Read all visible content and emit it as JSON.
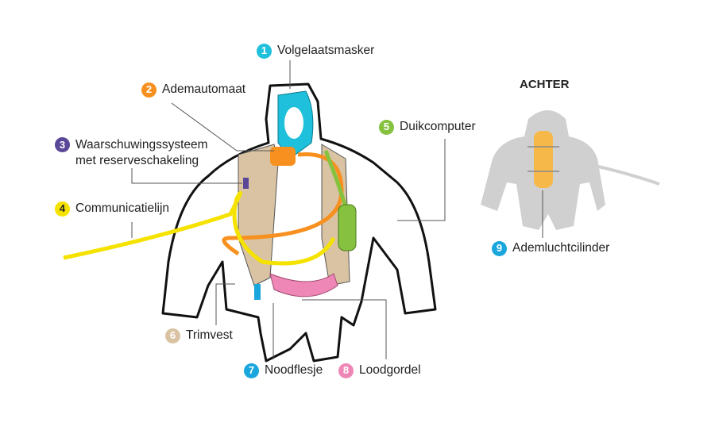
{
  "back_view_title": "ACHTER",
  "labels": [
    {
      "number": "1",
      "text": "Volgelaatsmasker",
      "color": "#1ec0dc"
    },
    {
      "number": "2",
      "text": "Ademautomaat",
      "color": "#f7901e"
    },
    {
      "number": "3",
      "text": "Waarschuwingssysteem\nmet reserveschakeling",
      "color": "#5a4797"
    },
    {
      "number": "4",
      "text": "Communicatielijn",
      "color": "#f5e200"
    },
    {
      "number": "5",
      "text": "Duikcomputer",
      "color": "#86c23f"
    },
    {
      "number": "6",
      "text": "Trimvest",
      "color": "#d9c3a3"
    },
    {
      "number": "7",
      "text": "Noodflesje",
      "color": "#19a6dc"
    },
    {
      "number": "8",
      "text": "Loodgordel",
      "color": "#ee87b6"
    },
    {
      "number": "9",
      "text": "Ademluchtcilinder",
      "color": "#19a6dc"
    }
  ]
}
